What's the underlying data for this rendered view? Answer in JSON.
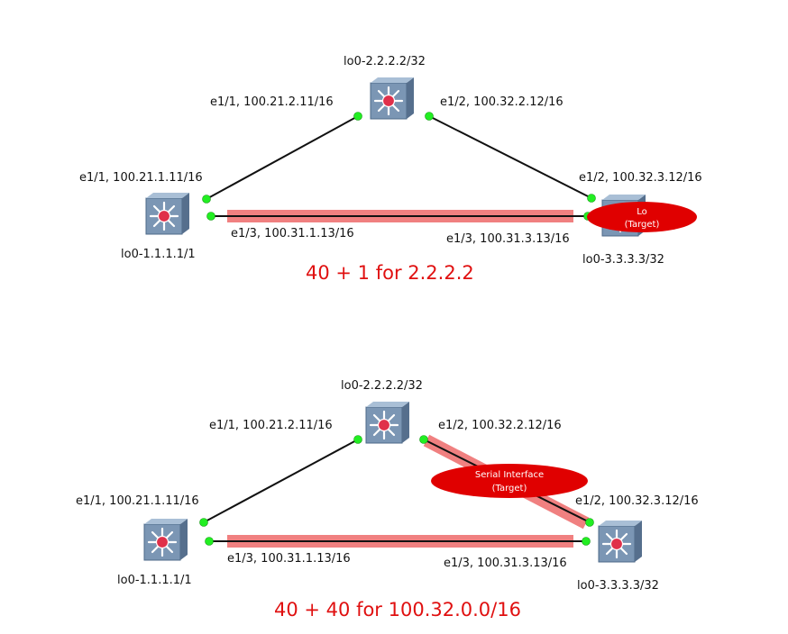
{
  "colors": {
    "link": "#111111",
    "port_dot": "#22ee22",
    "highlight": "#f08080",
    "callout_fill": "#e00000",
    "caption": "#e01010",
    "switch_face": "#7b96b4",
    "switch_hub": "#e0304a"
  },
  "icons": {
    "switch": "multilayer-switch-icon"
  },
  "top": {
    "r2_lo": "lo0-2.2.2.2/32",
    "r2_e11": "e1/1, 100.21.2.11/16",
    "r2_e12": "e1/2, 100.32.2.12/16",
    "r1_e11": "e1/1, 100.21.1.11/16",
    "r1_e13": "e1/3, 100.31.1.13/16",
    "r1_lo": "lo0-1.1.1.1/1",
    "r3_e12": "e1/2, 100.32.3.12/16",
    "r3_e13": "e1/3, 100.31.3.13/16",
    "r3_lo": "lo0-3.3.3.3/32",
    "callout_line1": "Lo",
    "callout_line2": "(Target)",
    "caption": "40 + 1 for 2.2.2.2"
  },
  "bottom": {
    "r2_lo": "lo0-2.2.2.2/32",
    "r2_e11": "e1/1, 100.21.2.11/16",
    "r2_e12": "e1/2, 100.32.2.12/16",
    "r1_e11": "e1/1, 100.21.1.11/16",
    "r1_e13": "e1/3, 100.31.1.13/16",
    "r1_lo": "lo0-1.1.1.1/1",
    "r3_e12": "e1/2, 100.32.3.12/16",
    "r3_e13": "e1/3, 100.31.3.13/16",
    "r3_lo": "lo0-3.3.3.3/32",
    "callout_line1": "Serial Interface",
    "callout_line2": "(Target)",
    "caption": "40 + 40 for 100.32.0.0/16"
  }
}
